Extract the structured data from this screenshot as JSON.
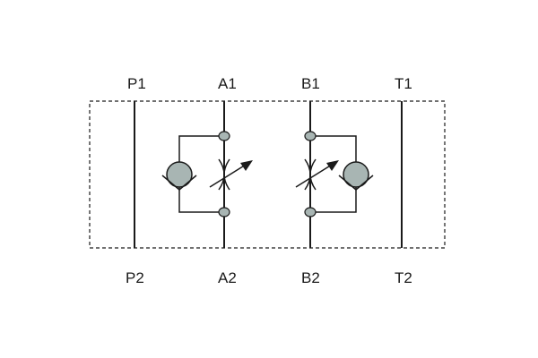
{
  "ports": {
    "top": [
      "P1",
      "A1",
      "B1",
      "T1"
    ],
    "bottom": [
      "P2",
      "A2",
      "B2",
      "T2"
    ]
  },
  "colors": {
    "line": "#1a1a1a",
    "fill": "#a8b5b3"
  },
  "symbols": [
    "check-valve",
    "adjustable-throttle"
  ]
}
